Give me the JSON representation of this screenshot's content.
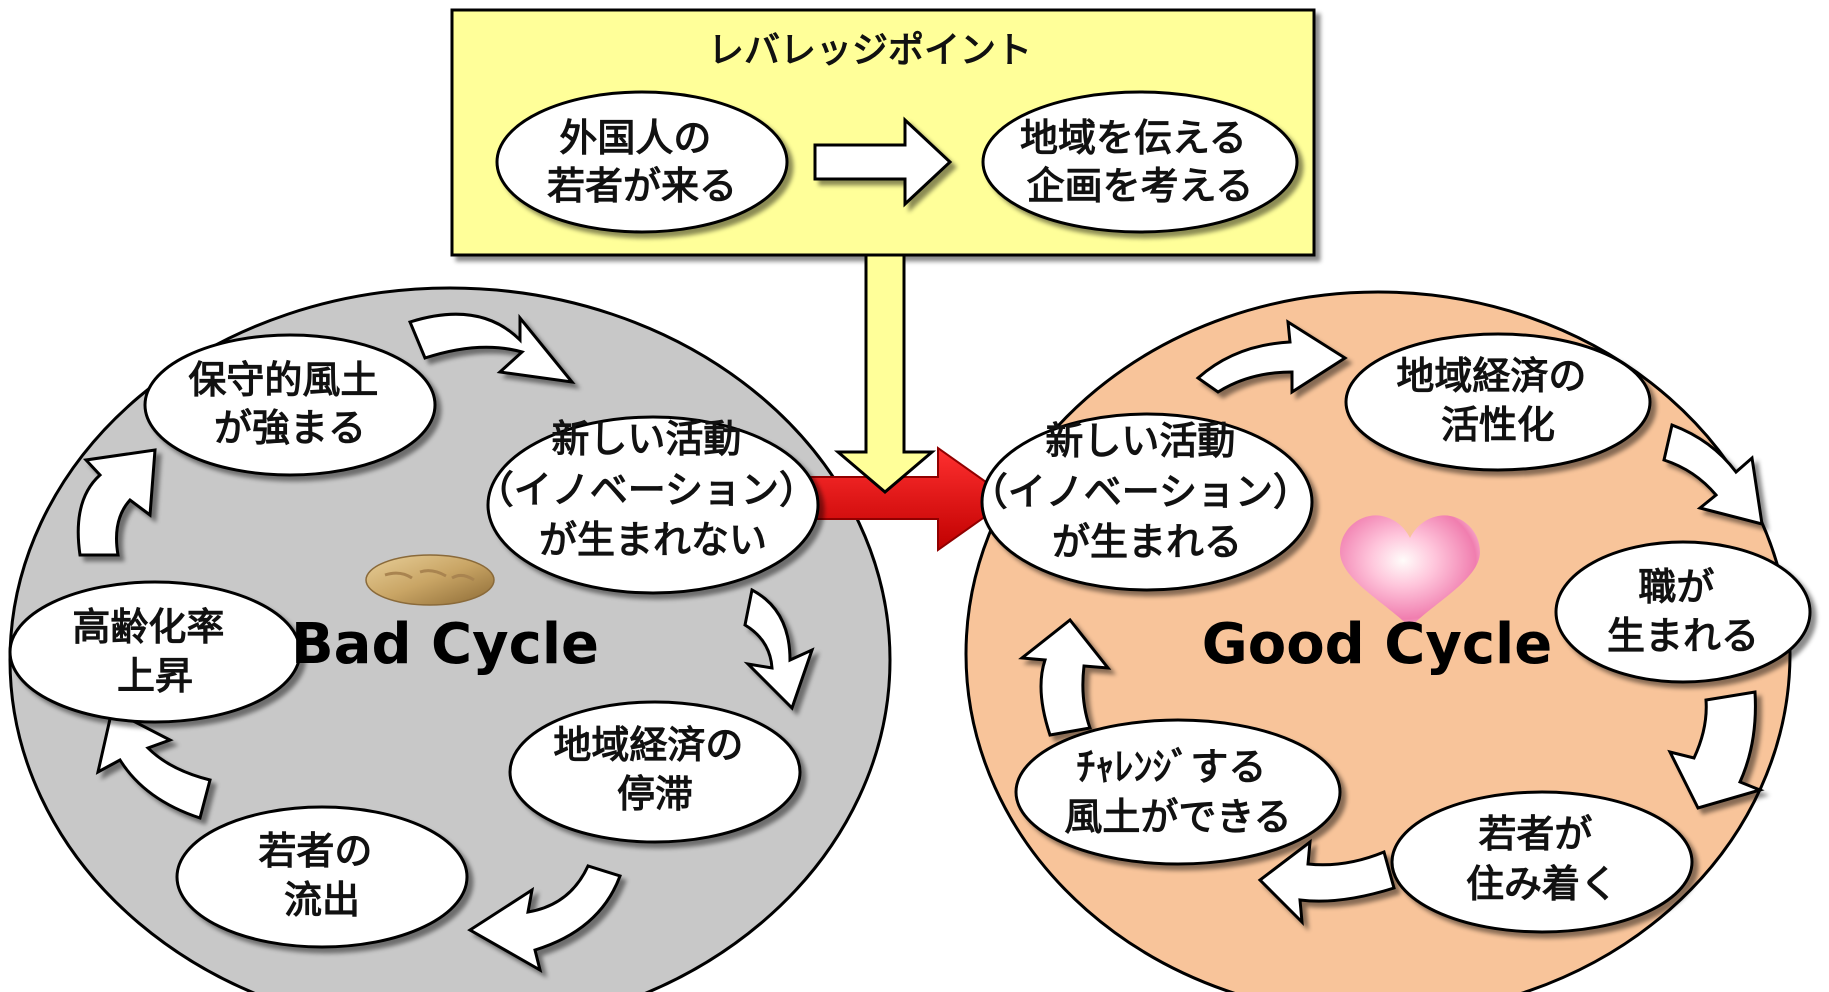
{
  "colors": {
    "leverage_box": "#ffff99",
    "bad_circle": "#c8c8c8",
    "good_circle": "#f8c49a",
    "red_arrow": "#e00000",
    "node_fill": "#ffffff"
  },
  "leverage": {
    "title": "レバレッジポイント",
    "left": [
      "外国人の",
      "若者が来る"
    ],
    "right": [
      "地域を伝える",
      "企画を考える"
    ]
  },
  "bad": {
    "label": "Bad Cycle",
    "icon": "bread-icon",
    "nodes": {
      "conservative": [
        "保守的風土",
        "が強まる"
      ],
      "no_innovation": [
        "新しい活動",
        "（イノベーション）",
        "が生まれない"
      ],
      "stagnation": [
        "地域経済の",
        "停滞"
      ],
      "outflow": [
        "若者の",
        "流出"
      ],
      "aging": [
        "高齢化率",
        "上昇"
      ]
    }
  },
  "good": {
    "label": "Good Cycle",
    "icon": "heart-icon",
    "nodes": {
      "innovation": [
        "新しい活動",
        "（イノベーション）",
        "が生まれる"
      ],
      "revitalize": [
        "地域経済の",
        "活性化"
      ],
      "jobs": [
        "職が",
        "生まれる"
      ],
      "settle": [
        "若者が",
        "住み着く"
      ],
      "challenge": [
        "ﾁｬﾚﾝｼﾞする",
        "風土ができる"
      ]
    }
  }
}
